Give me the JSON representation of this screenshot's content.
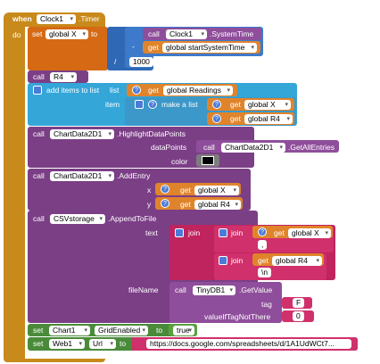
{
  "event": {
    "when": "when",
    "component": "Clock1",
    "event": ".Timer",
    "do": "do"
  },
  "set_x": {
    "set": "set",
    "var": "global X",
    "to": "to",
    "call": "call",
    "component": "Clock1",
    "method": ".SystemTime",
    "get": "get",
    "get_var": "global startSystemTime",
    "minus": "-",
    "divide": "/",
    "divisor": "1000"
  },
  "call_r4": {
    "call": "call",
    "proc": "R4"
  },
  "add_items": {
    "label": "add items to list",
    "list_label": "list",
    "get": "get",
    "list_var": "global Readings",
    "item_label": "item",
    "make_list": "make a list",
    "item1": "global X",
    "item2": "global R4"
  },
  "highlight": {
    "call": "call",
    "component": "ChartData2D1",
    "method": ".HighlightDataPoints",
    "dp_label": "dataPoints",
    "dp_call": "call",
    "dp_component": "ChartData2D1",
    "dp_method": ".GetAllEntries",
    "color_label": "color",
    "color": "#000000"
  },
  "add_entry": {
    "call": "call",
    "component": "ChartData2D1",
    "method": ".AddEntry",
    "x_label": "x",
    "y_label": "y",
    "get": "get",
    "x_var": "global X",
    "y_var": "global R4"
  },
  "append": {
    "call": "call",
    "component": "CSVstorage",
    "method": ".AppendToFile",
    "text_label": "text",
    "join": "join",
    "get": "get",
    "join_x": "global X",
    "sep": ",",
    "join_r4": "global R4",
    "newline": "\\n",
    "filename_label": "fileName",
    "fn_call": "call",
    "fn_component": "TinyDB1",
    "fn_method": ".GetValue",
    "tag_label": "tag",
    "tag": "F",
    "default_label": "valueIfTagNotThere",
    "default": "0"
  },
  "set_grid": {
    "set": "set",
    "component": "Chart1",
    "prop": "GridEnabled",
    "to": "to",
    "value": "true"
  },
  "set_url": {
    "set": "set",
    "component": "Web1",
    "prop": "Url",
    "to": "to",
    "value": "https://docs.google.com/spreadsheets/d/1A1UdWCt7..."
  },
  "colors": {
    "control": "#c88a1a",
    "variable": "#d66a14",
    "math": "#2f68b5",
    "component": "#7b3f86",
    "list": "#34a6d8",
    "text": "#c0245e",
    "logic": "#4a8b3a"
  }
}
